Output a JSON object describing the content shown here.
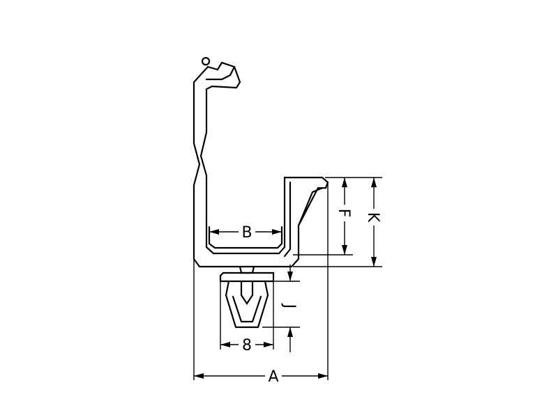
{
  "dimensions": {
    "A": "A",
    "B": "B",
    "eight": "8",
    "F": "F",
    "J": "J",
    "K": "K"
  }
}
